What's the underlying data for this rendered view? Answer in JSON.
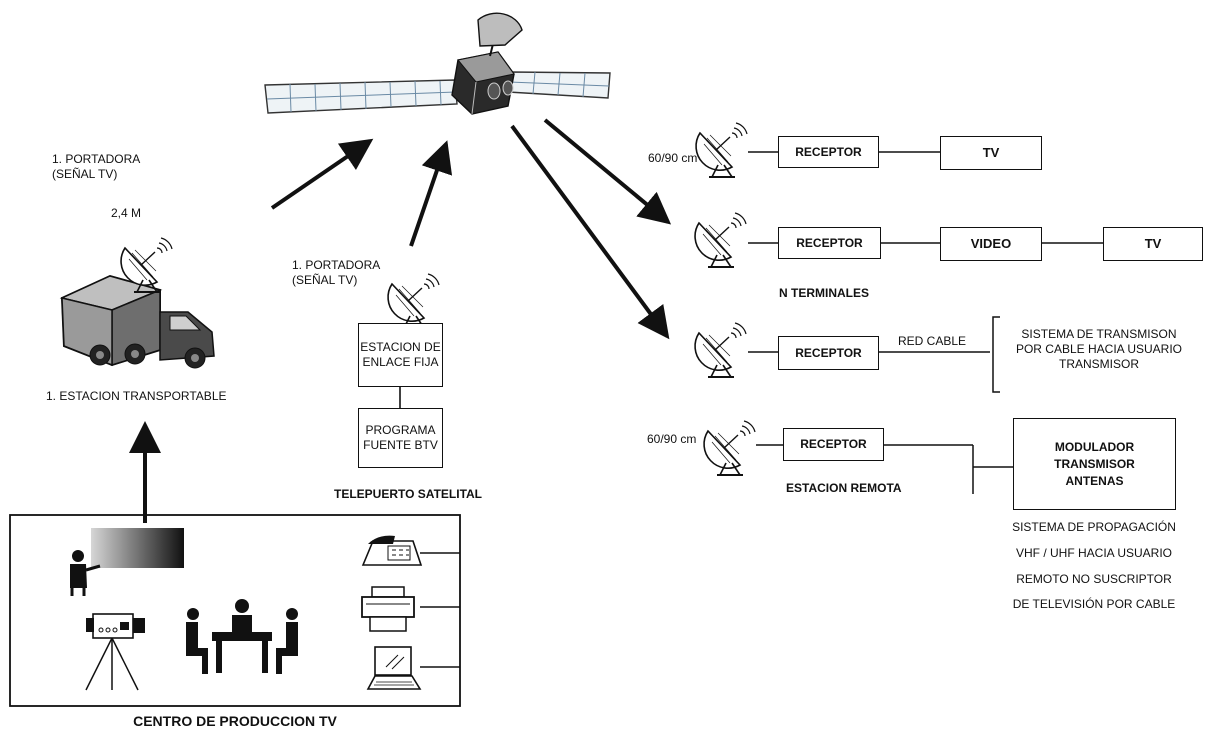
{
  "labels": {
    "portadora_1": "1.  PORTADORA\n(SEÑAL TV)",
    "dish_size": "2,4 M",
    "estacion_transportable": "1. ESTACION TRANSPORTABLE",
    "portadora_2": "1. PORTADORA\n(SEÑAL TV)",
    "telepuerto": "TELEPUERTO SATELITAL",
    "centro": "CENTRO DE PRODUCCION TV",
    "dish_60_90_a": "60/90 cm",
    "dish_60_90_b": "60/90 cm",
    "n_terminales": "N TERMINALES",
    "red_cable": "RED CABLE",
    "sistema_cable": "SISTEMA DE TRANSMISON\nPOR CABLE HACIA USUARIO\nTRANSMISOR",
    "estacion_remota": "ESTACION REMOTA",
    "propagacion_1": "SISTEMA DE PROPAGACIÓN",
    "propagacion_2": "VHF / UHF HACIA USUARIO",
    "propagacion_3": "REMOTO NO SUSCRIPTOR",
    "propagacion_4": "DE TELEVISIÓN POR CABLE"
  },
  "boxes": {
    "estacion_enlace": "ESTACION DE\nENLACE FIJA",
    "programa_fuente": "PROGRAMA\nFUENTE BTV",
    "receptor_1": "RECEPTOR",
    "tv_1": "TV",
    "receptor_2": "RECEPTOR",
    "video": "VIDEO",
    "tv_2": "TV",
    "receptor_3": "RECEPTOR",
    "receptor_4": "RECEPTOR",
    "modulador": "MODULADOR\nTRANSMISOR\nANTENAS"
  },
  "icons": [
    "satellite-icon",
    "dish-antenna-icon",
    "truck-icon",
    "presenter-icon",
    "video-camera-icon",
    "meeting-table-icon",
    "telephone-icon",
    "printer-icon",
    "laptop-icon"
  ]
}
